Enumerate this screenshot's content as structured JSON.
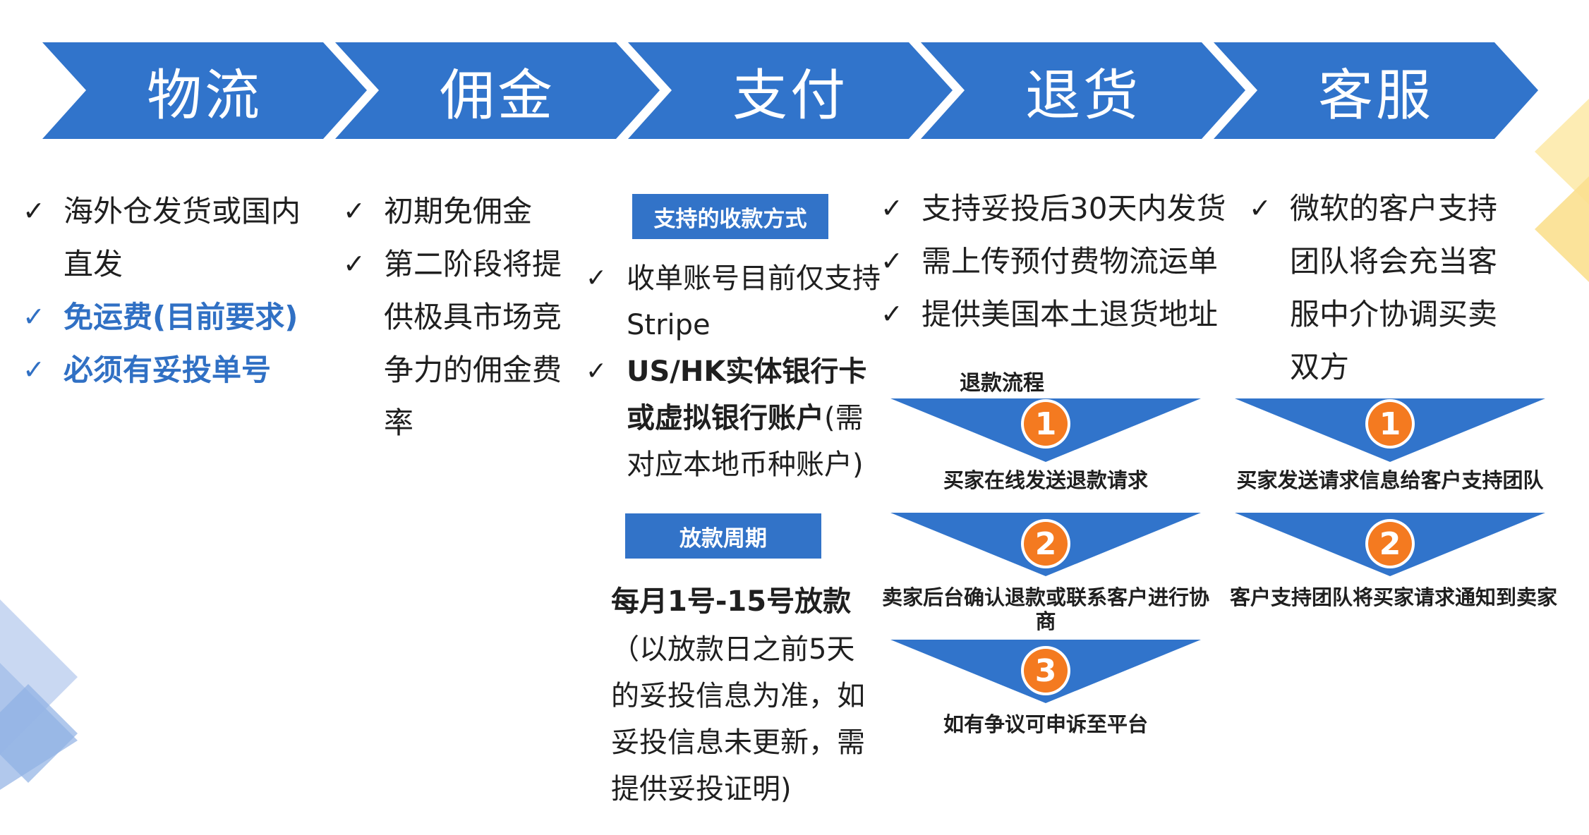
{
  "colors": {
    "chevron": "#3174cb",
    "tag": "#3273c8",
    "highlight": "#3070c4",
    "badge": "#f47a20",
    "deco_blue": "#a9c2ea",
    "deco_yellow": "#fbe08f"
  },
  "header": {
    "stages": [
      "物流",
      "佣金",
      "支付",
      "退货",
      "客服"
    ]
  },
  "logistics": {
    "items": [
      {
        "line1": "海外仓发货或国内",
        "line2": "直发"
      },
      {
        "line1": "免运费(目前要求)"
      },
      {
        "line1": "必须有妥投单号"
      }
    ]
  },
  "commission": {
    "items": [
      {
        "lines": [
          "初期免佣金"
        ]
      },
      {
        "lines": [
          "第二阶段将提",
          "供极具市场竞",
          "争力的佣金费",
          "率"
        ]
      }
    ]
  },
  "payment": {
    "methods_tag": "支持的收款方式",
    "methods": [
      {
        "line1": "收单账号目前仅支持",
        "line2": "Stripe"
      },
      {
        "bold1": "US/HK实体银行卡",
        "bold2": "或虚拟银行账户",
        "rest2": "(需",
        "line3": "对应本地币种账户)"
      }
    ],
    "cycle_tag": "放款周期",
    "cycle_main": "每月1号-15号放款",
    "cycle_note": [
      "（以放款日之前5天",
      "的妥投信息为准，如",
      "妥投信息未更新，需",
      "提供妥投证明)"
    ]
  },
  "returns": {
    "items": [
      "支持妥投后30天内发货",
      "需上传预付费物流运单",
      "提供美国本土退货地址"
    ],
    "flow_title": "退款流程",
    "steps": [
      {
        "num": "1",
        "text": "买家在线发送退款请求"
      },
      {
        "num": "2",
        "text1": "卖家后台确认退款或联系客户进行协",
        "text2": "商"
      },
      {
        "num": "3",
        "text": "如有争议可申诉至平台"
      }
    ]
  },
  "service": {
    "item_lines": [
      "微软的客户支持",
      "团队将会充当客",
      "服中介协调买卖",
      "双方"
    ],
    "steps": [
      {
        "num": "1",
        "text": "买家发送请求信息给客户支持团队"
      },
      {
        "num": "2",
        "text": "客户支持团队将买家请求通知到卖家"
      }
    ]
  },
  "icons": {
    "check": "check-icon"
  }
}
